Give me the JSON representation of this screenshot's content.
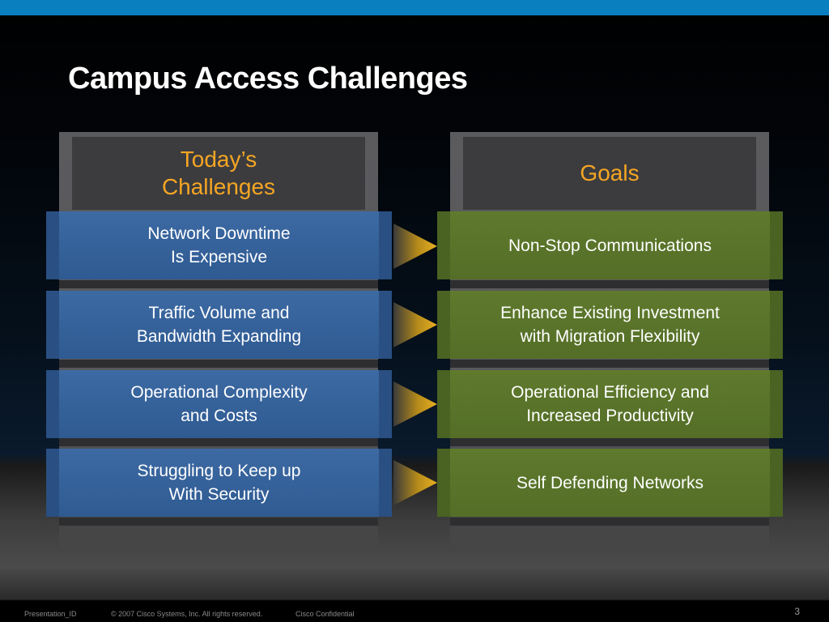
{
  "slide": {
    "title": "Campus Access Challenges",
    "left_heading": "Today’s\nChallenges",
    "right_heading": "Goals",
    "rows": [
      {
        "challenge": "Network Downtime\nIs Expensive",
        "goal": "Non-Stop Communications"
      },
      {
        "challenge": "Traffic Volume and\nBandwidth Expanding",
        "goal": "Enhance Existing Investment\nwith Migration Flexibility"
      },
      {
        "challenge": "Operational Complexity\nand Costs",
        "goal": "Operational Efficiency and\nIncreased Productivity"
      },
      {
        "challenge": "Struggling to Keep up\nWith Security",
        "goal": "Self Defending Networks"
      }
    ]
  },
  "footer": {
    "presentation_id": "Presentation_ID",
    "copyright": "© 2007 Cisco Systems, Inc. All rights reserved.",
    "confidential": "Cisco Confidential",
    "page_number": "3"
  },
  "colors": {
    "accent_bar": "#0a7fc0",
    "heading": "#f5a623",
    "challenge_card": "#33609a",
    "goal_card": "#5a7429",
    "arrow": "#e0a81e"
  }
}
